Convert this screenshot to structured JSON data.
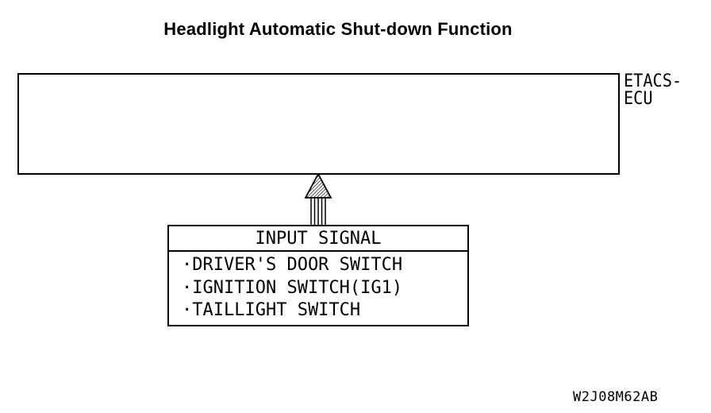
{
  "title": "Headlight Automatic Shut-down Function",
  "ecu": {
    "label_lines": [
      "ETACS-",
      "ECU"
    ]
  },
  "input": {
    "header": "INPUT SIGNAL",
    "items": [
      "·DRIVER'S DOOR SWITCH",
      "·IGNITION SWITCH(IG1)",
      "·TAILLIGHT SWITCH"
    ]
  },
  "figure_code": "W2J08M62AB"
}
